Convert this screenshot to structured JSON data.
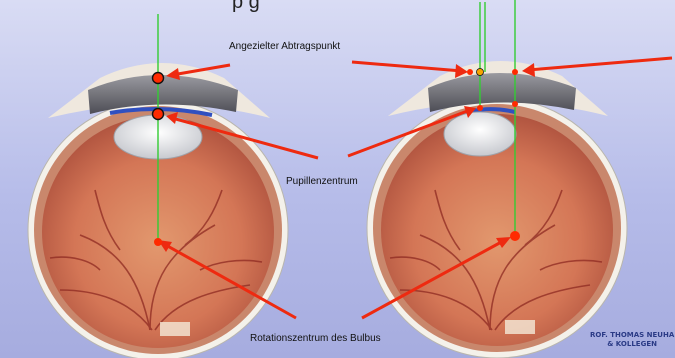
{
  "heading_fragment": "p                          g",
  "labels": {
    "target_point": "Angezielter Abtragspunkt",
    "pupil_center": "Pupillenzentrum",
    "rotation_center": "Rotationszentrum des Bulbus"
  },
  "logo": {
    "line1": "ROF. THOMAS NEUHA",
    "line2": "& KOLLEGEN"
  },
  "colors": {
    "arrow": "#ee2a10",
    "axis_line": "#33cc33",
    "marker_fill": "#ff2a00",
    "background_top": "#d9dcf4",
    "background_bottom": "#a6acdf",
    "logo_text": "#2b3b86"
  }
}
